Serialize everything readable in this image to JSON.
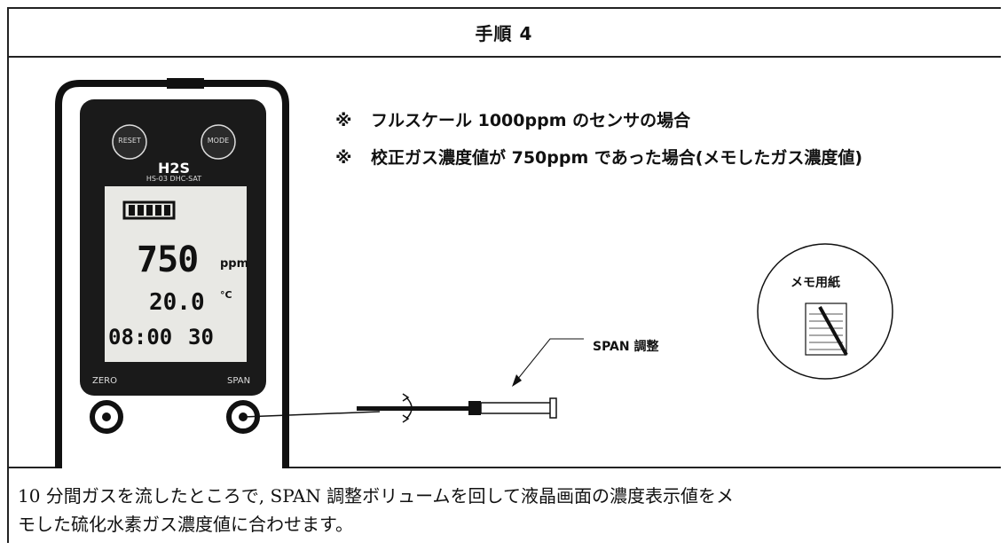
{
  "header": {
    "title": "手順 4"
  },
  "notes": [
    {
      "mark": "※",
      "text": "フルスケール 1000ppm のセンサの場合"
    },
    {
      "mark": "※",
      "text": "校正ガス濃度値が 750ppm であった場合(メモしたガス濃度値)"
    }
  ],
  "device": {
    "button_left": "RESET",
    "button_right": "MODE",
    "gas": "H2S",
    "model": "HS-03 DHC-SAT",
    "reading": "750",
    "unit": "ppm",
    "temperature": "20.0",
    "temp_unit": "°C",
    "time": "08:00",
    "timer": "30",
    "zero_label": "ZERO",
    "span_label": "SPAN"
  },
  "callouts": {
    "span_adjust": "SPAN 調整",
    "memo": "メモ用紙"
  },
  "caption": {
    "line1": "10 分間ガスを流したところで, SPAN 調整ボリュームを回して液晶画面の濃度表示値をメ",
    "line2": "モした硫化水素ガス濃度値に合わせます。"
  }
}
